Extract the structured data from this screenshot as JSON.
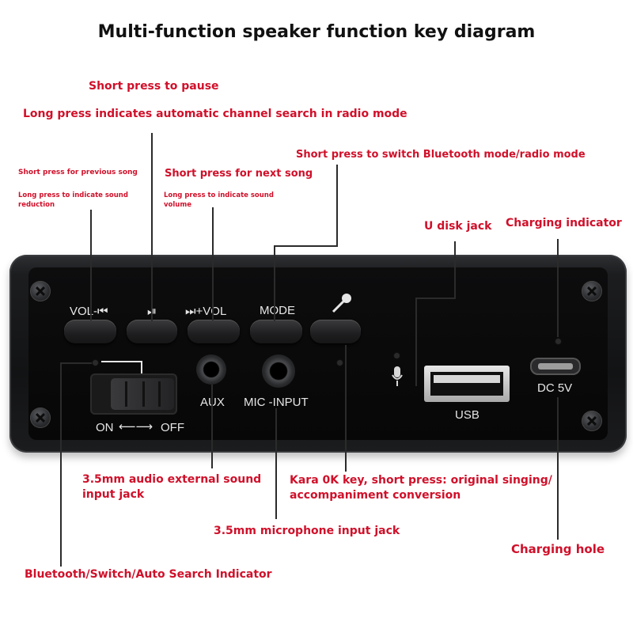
{
  "title": "Multi-function speaker function key diagram",
  "annotations": {
    "pause": "Short press to pause",
    "long_radio": "Long press indicates automatic channel search in radio mode",
    "prev_short": "Short press for previous song",
    "prev_long": "Long press to indicate sound reduction",
    "next_short": "Short press for next song",
    "next_long": "Long press to indicate sound volume",
    "mode": "Short press to switch Bluetooth mode/radio mode",
    "udisk": "U disk jack",
    "charging_indicator": "Charging indicator",
    "aux_jack": "3.5mm audio external sound input jack",
    "mic_jack": "3.5mm microphone input jack",
    "karaoke": "Kara 0K key, short press: original singing/ accompaniment conversion",
    "charging_hole": "Charging hole",
    "bt_indicator": "Bluetooth/Switch/Auto Search Indicator"
  },
  "panel": {
    "vol_minus": "VOL-",
    "prev_icon": "⏮",
    "play_pause": "⏯",
    "next_icon": "⏭",
    "vol_plus": "+VOL",
    "mode": "MODE",
    "aux": "AUX",
    "mic_input": "MIC -INPUT",
    "usb": "USB",
    "dc": "DC 5V",
    "on": "ON",
    "off": "OFF",
    "switch_arrow": "⟵⟶"
  },
  "colors": {
    "annotation": "#d0102a",
    "panel": "#121314",
    "panel_text": "#e6e6e6"
  }
}
